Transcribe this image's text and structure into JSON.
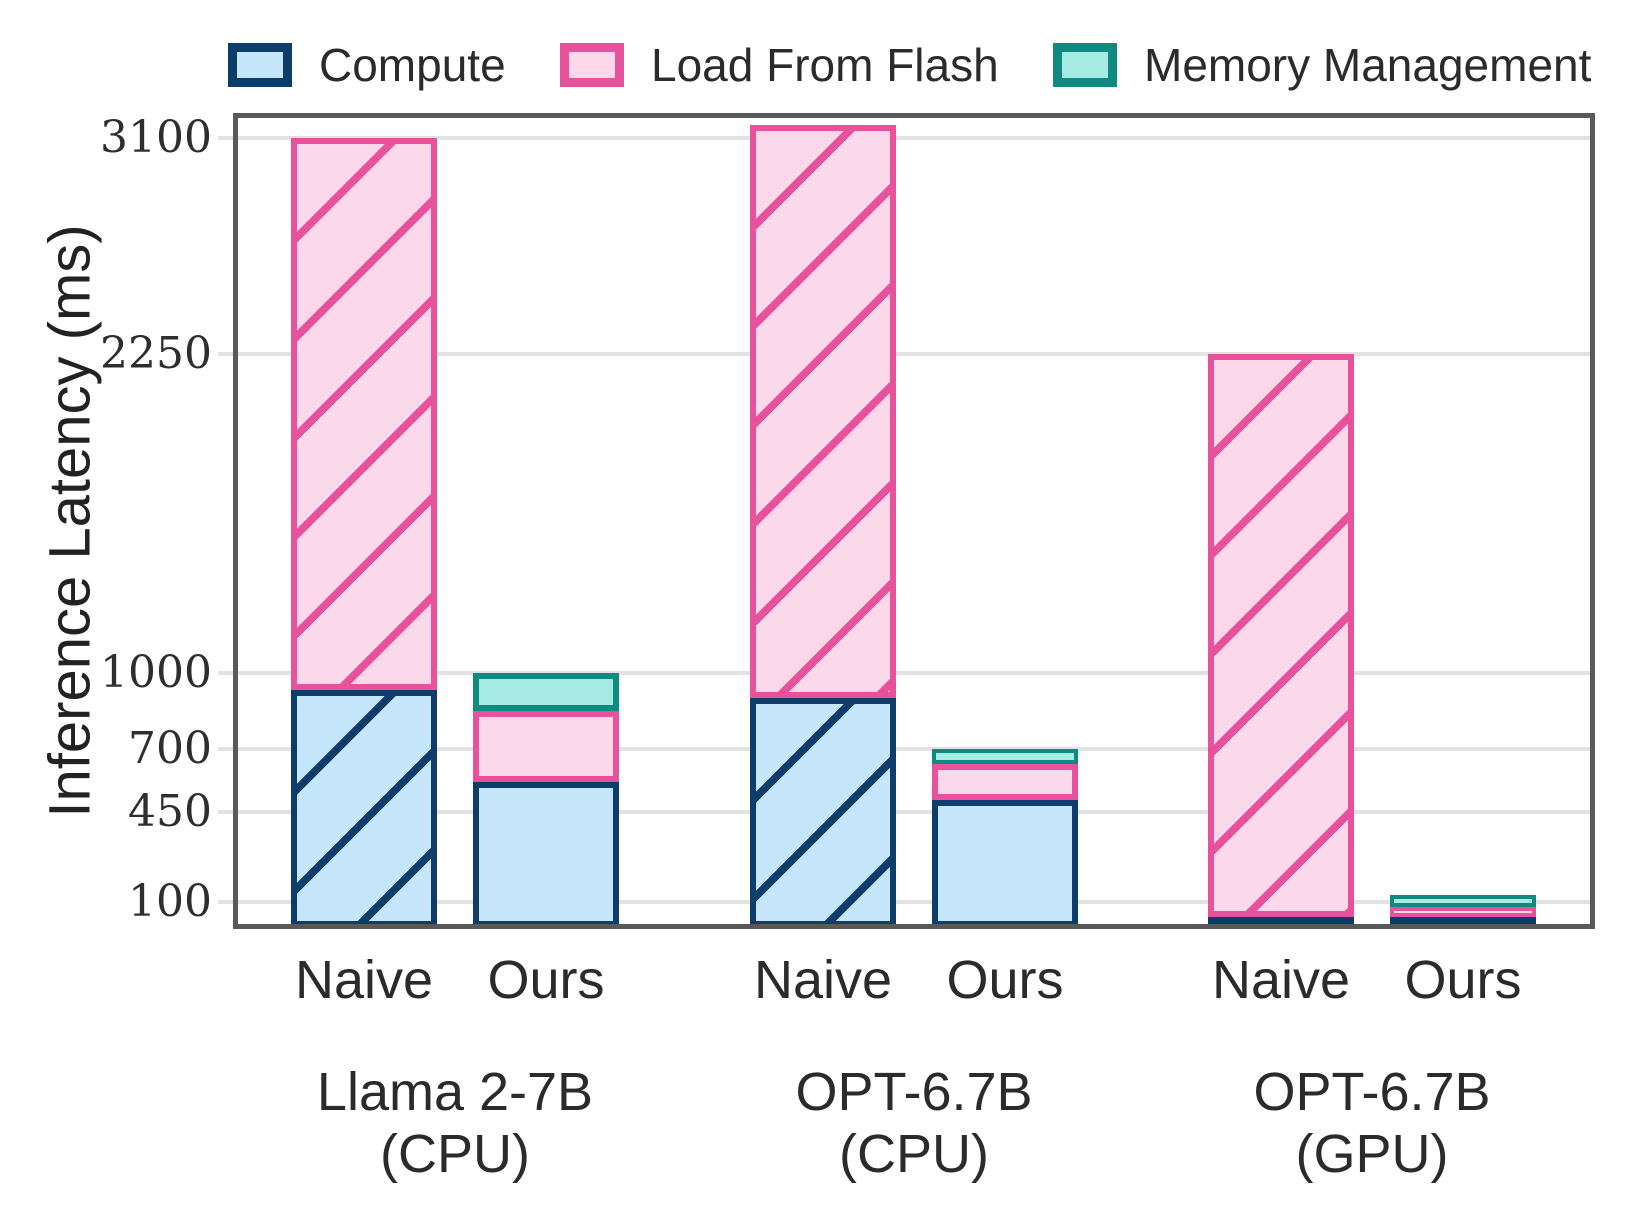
{
  "legend": {
    "items": [
      {
        "label": "Compute",
        "fill": "#c5e6fb",
        "border": "#0d3d6b"
      },
      {
        "label": "Load From Flash",
        "fill": "#fcd9ea",
        "border": "#e8529c"
      },
      {
        "label": "Memory Management",
        "fill": "#a6ece5",
        "border": "#0e8a80"
      }
    ]
  },
  "colors": {
    "spine": "#595959",
    "gridline": "#e2e2e2",
    "text": "#2b2b2b"
  },
  "chart_data": {
    "type": "bar",
    "stacked": true,
    "title": "",
    "xlabel": "",
    "ylabel": "Inference Latency (ms)",
    "ylim": [
      0,
      3200
    ],
    "yticks": [
      100,
      450,
      700,
      1000,
      2250,
      3100
    ],
    "grid": "horizontal",
    "legend_position": "top",
    "series": [
      "Compute",
      "Load From Flash",
      "Memory Management"
    ],
    "groups": [
      {
        "label_lines": [
          "Llama 2-7B",
          "(CPU)"
        ],
        "bars": [
          {
            "label": "Naive",
            "hatched": true,
            "values": [
              930,
              2170,
              0
            ],
            "total": 3100
          },
          {
            "label": "Ours",
            "hatched": false,
            "values": [
              570,
              280,
              150
            ],
            "total": 1000
          }
        ]
      },
      {
        "label_lines": [
          "OPT-6.7B",
          "(CPU)"
        ],
        "bars": [
          {
            "label": "Naive",
            "hatched": true,
            "values": [
              900,
              2250,
              0
            ],
            "total": 3150
          },
          {
            "label": "Ours",
            "hatched": false,
            "values": [
              500,
              140,
              60
            ],
            "total": 700
          }
        ]
      },
      {
        "label_lines": [
          "OPT-6.7B",
          "(GPU)"
        ],
        "bars": [
          {
            "label": "Naive",
            "hatched": true,
            "values": [
              40,
              2210,
              0
            ],
            "total": 2250
          },
          {
            "label": "Ours",
            "hatched": false,
            "values": [
              40,
              40,
              45
            ],
            "total": 125
          }
        ]
      }
    ]
  }
}
